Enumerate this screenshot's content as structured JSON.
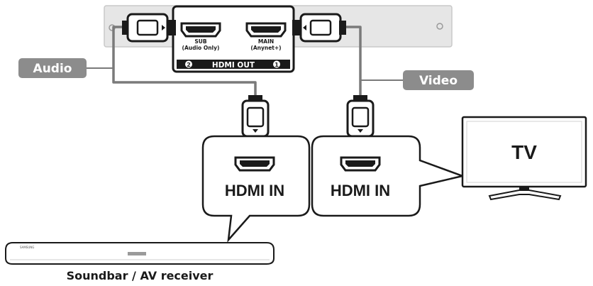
{
  "device": {
    "port_sub_label": "SUB",
    "port_sub_note": "(Audio Only)",
    "port_main_label": "MAIN",
    "port_main_note": "(Anynet+)",
    "hdmi_out_label": "HDMI OUT",
    "num_sub": "2",
    "num_main": "1"
  },
  "tags": {
    "audio": "Audio",
    "video": "Video"
  },
  "soundbar": {
    "input_label": "HDMI IN",
    "caption": "Soundbar / AV receiver",
    "brand": "SAMSUNG"
  },
  "tv": {
    "input_label": "HDMI IN",
    "screen_label": "TV"
  },
  "colors": {
    "tag_fill": "#8c8c8c",
    "cable": "#7a7a7a",
    "outline": "#1a1a1a",
    "device_gray": "#e6e6e6"
  }
}
